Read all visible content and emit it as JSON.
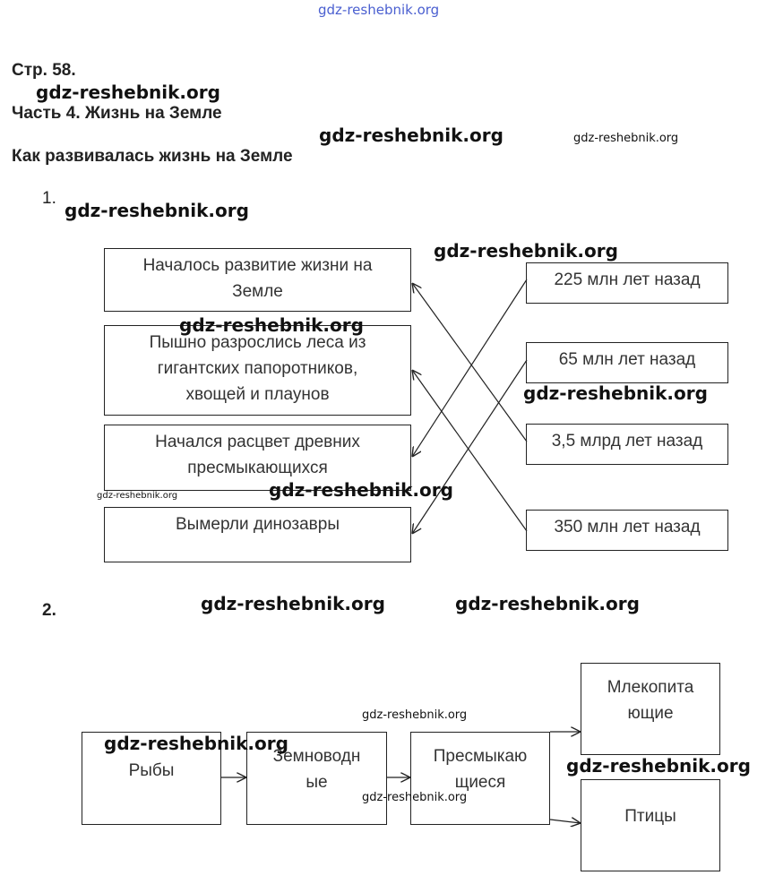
{
  "watermark": "gdz-reshebnik.org",
  "header": {
    "page": "Стр. 58.",
    "part": "Часть 4. Жизнь на Земле",
    "topic": "Как развивалась жизнь на Земле"
  },
  "task1": {
    "number": "1.",
    "events": [
      {
        "lines": [
          "Началось развитие жизни на",
          "Земле"
        ]
      },
      {
        "lines": [
          "Пышно разрослись леса из",
          "гигантских папоротников,",
          "хвощей и плаунов"
        ]
      },
      {
        "lines": [
          "Начался расцвет древних",
          "пресмыкающихся"
        ]
      },
      {
        "lines": [
          "Вымерли динозавры"
        ]
      }
    ],
    "times": [
      "225 млн лет назад",
      "65 млн лет назад",
      "3,5 млрд лет назад",
      "350 млн лет назад"
    ]
  },
  "task2": {
    "number": "2.",
    "chain": [
      {
        "lines": [
          "Рыбы"
        ]
      },
      {
        "lines": [
          "Земноводн",
          "ые"
        ]
      },
      {
        "lines": [
          "Пресмыкаю",
          "щиеся"
        ]
      },
      {
        "lines": [
          "Млекопита",
          "ющие"
        ]
      },
      {
        "lines": [
          "Птицы"
        ]
      }
    ]
  }
}
